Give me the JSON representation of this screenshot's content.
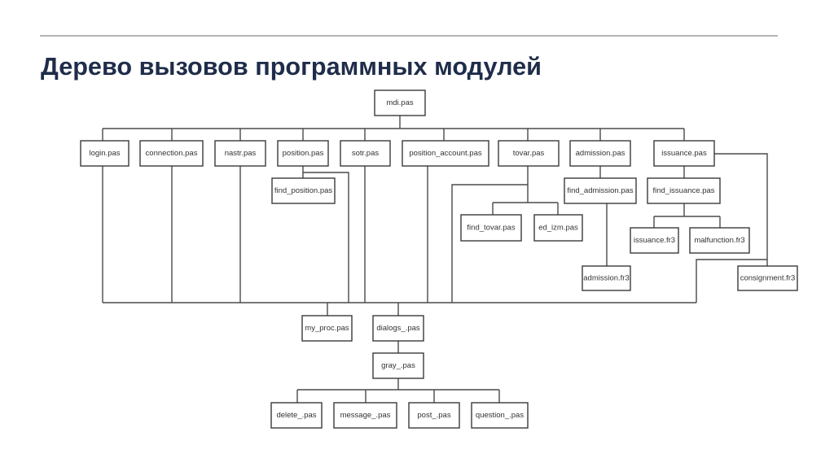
{
  "slide": {
    "title": "Дерево вызовов программных модулей"
  },
  "diagram": {
    "modules": {
      "mdi": "mdi.pas",
      "login": "login.pas",
      "connection": "connection.pas",
      "nastr": "nastr.pas",
      "position": "position.pas",
      "sotr": "sotr.pas",
      "position_account": "position_account.pas",
      "tovar": "tovar.pas",
      "admission": "admission.pas",
      "issuance": "issuance.pas",
      "find_position": "find_position.pas",
      "find_tovar": "find_tovar.pas",
      "ed_izm": "ed_izm.pas",
      "find_admission": "find_admission.pas",
      "find_issuance": "find_issuance.pas",
      "issuance_fr3": "issuance.fr3",
      "malfunction_fr3": "malfunction.fr3",
      "admission_fr3": "admission.fr3",
      "consignment_fr3": "consignment.fr3",
      "my_proc": "my_proc.pas",
      "dialogs": "dialogs_.pas",
      "gray": "gray_.pas",
      "delete": "delete_.pas",
      "message": "message_.pas",
      "post": "post_.pas",
      "question": "question_.pas"
    }
  }
}
